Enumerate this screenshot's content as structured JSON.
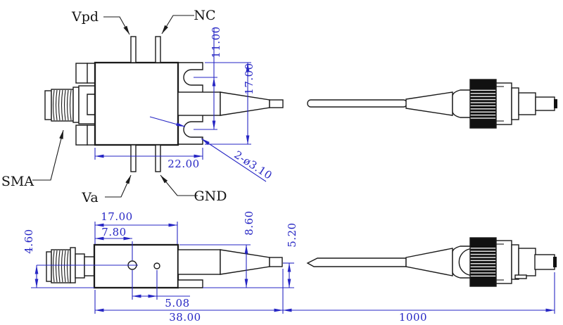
{
  "colors": {
    "outline": "#1a1a1a",
    "dimension": "#2626c4",
    "background": "#ffffff",
    "knurl_fill": "#111111"
  },
  "top_view": {
    "pin_label_top_left": "Vpd",
    "pin_label_top_right": "NC",
    "pin_label_bottom_left": "Va",
    "pin_label_bottom_right": "GND",
    "connector_label": "SMA",
    "dim_slot_pitch": "11.00",
    "dim_flange_height": "17.00",
    "dim_body_width": "22.00",
    "dim_mounting_slots": "2-ø3.10"
  },
  "side_view": {
    "dim_body_length": "17.00",
    "dim_hole_offset": "7.80",
    "dim_axis_height": "4.60",
    "dim_body_height": "8.60",
    "dim_fiber_height": "5.20",
    "dim_hole_pitch": "5.08",
    "dim_module_length": "38.00",
    "dim_cable_length": "1000"
  }
}
